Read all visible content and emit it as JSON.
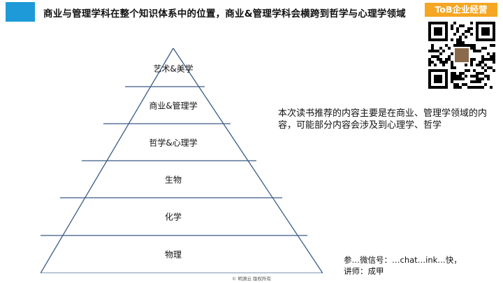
{
  "header": {
    "title": "商业与管理学科在整个知识体系中的位置，商业&管理学科会横跨到哲学与心理学领域",
    "brand_badge": "ToB企业经营",
    "accent_color": "#1e9ad8",
    "badge_color": "#f5a623"
  },
  "pyramid": {
    "layers": [
      {
        "label": "艺术&美学"
      },
      {
        "label": "商业&管理学"
      },
      {
        "label": "哲学&心理学"
      },
      {
        "label": "生物"
      },
      {
        "label": "化学"
      },
      {
        "label": "物理"
      }
    ]
  },
  "note": {
    "text": "本次读书推荐的内容主要是在商业、管理学领域的内容，可能部分内容会涉及到心理学、哲学"
  },
  "footer": {
    "reference_line": "参…微信号：…chat…ink…快，",
    "lecturer_line": "讲师：成甲",
    "copyright": "© 明源云   版权所有"
  },
  "icons": {
    "qr_code": "qr-code-icon"
  }
}
